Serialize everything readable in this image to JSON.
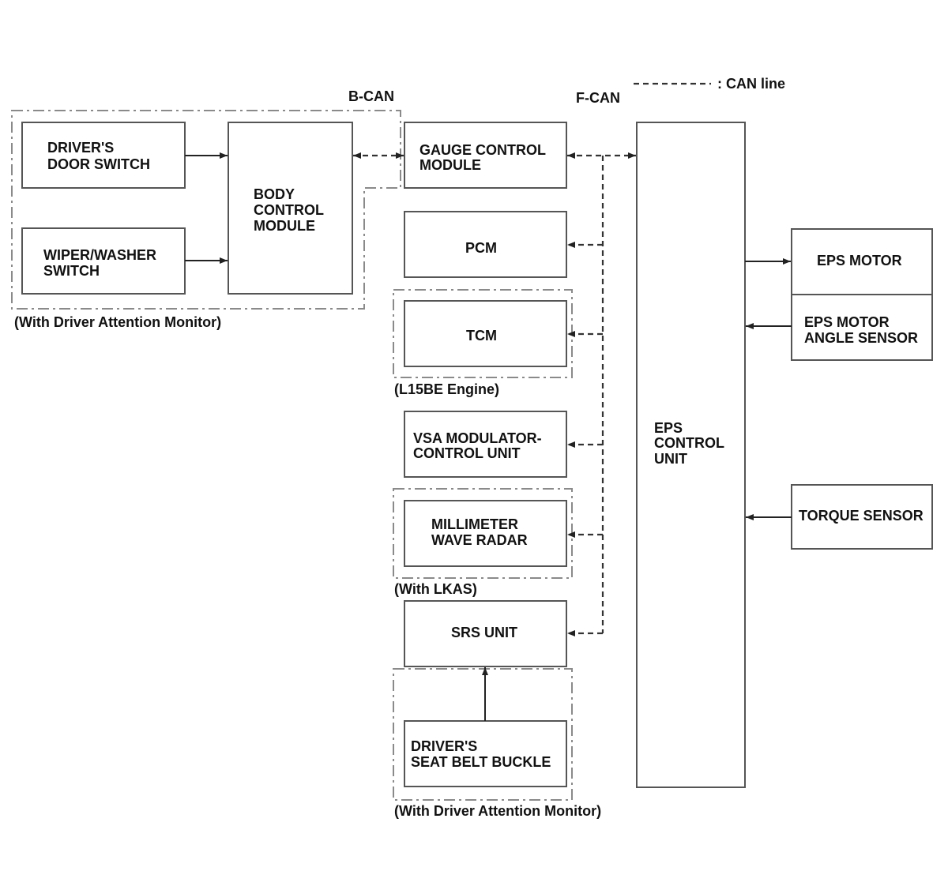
{
  "legend": {
    "label": ": CAN line"
  },
  "bus_labels": {
    "b_can": "B-CAN",
    "f_can": "F-CAN"
  },
  "blocks": {
    "drivers_door_switch": [
      "DRIVER'S",
      "DOOR SWITCH"
    ],
    "wiper_washer_switch": [
      "WIPER/WASHER",
      "SWITCH"
    ],
    "body_control_module": [
      "BODY",
      "CONTROL",
      "MODULE"
    ],
    "gauge_control_module": [
      "GAUGE CONTROL",
      "MODULE"
    ],
    "pcm": [
      "PCM"
    ],
    "tcm": [
      "TCM"
    ],
    "vsa_modulator_control_unit": [
      "VSA MODULATOR-",
      "CONTROL UNIT"
    ],
    "millimeter_wave_radar": [
      "MILLIMETER",
      "WAVE RADAR"
    ],
    "srs_unit": [
      "SRS UNIT"
    ],
    "drivers_seat_belt_buckle": [
      "DRIVER'S",
      "SEAT BELT BUCKLE"
    ],
    "eps_control_unit": [
      "EPS",
      "CONTROL",
      "UNIT"
    ],
    "eps_motor": [
      "EPS MOTOR"
    ],
    "eps_motor_angle_sensor": [
      "EPS MOTOR",
      "ANGLE SENSOR"
    ],
    "torque_sensor": [
      "TORQUE SENSOR"
    ]
  },
  "group_labels": {
    "body_group": "(With Driver Attention Monitor)",
    "tcm_group": "(L15BE Engine)",
    "radar_group": "(With LKAS)",
    "seatbelt_group": "(With Driver Attention Monitor)"
  }
}
